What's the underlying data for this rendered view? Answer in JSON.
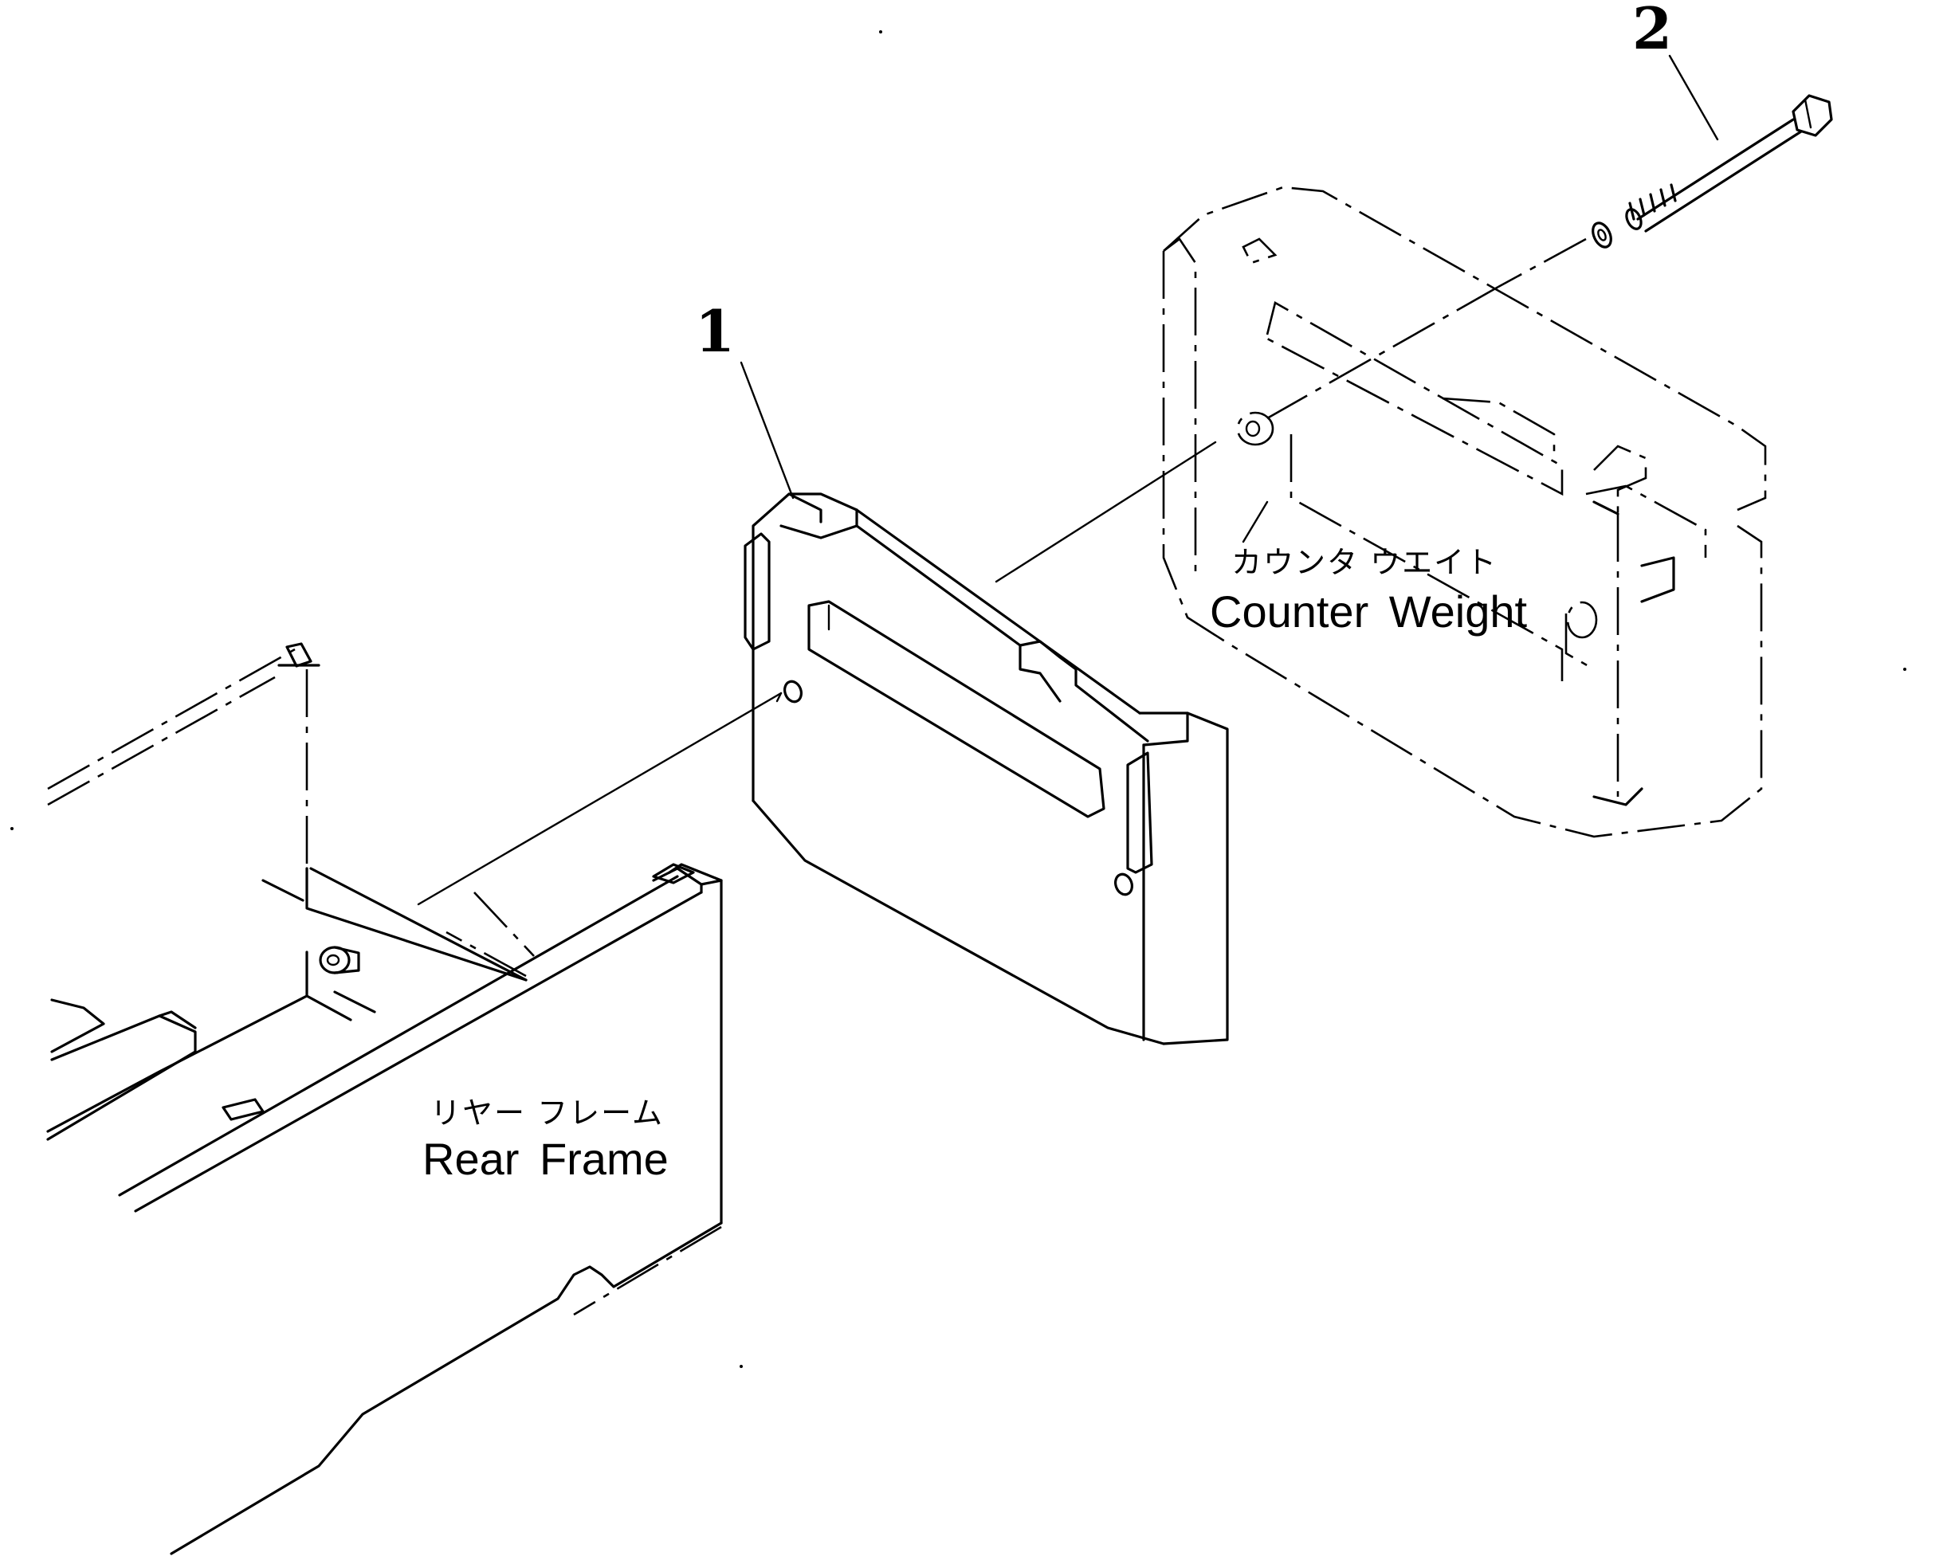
{
  "callouts": {
    "part1": "1",
    "part2": "2"
  },
  "labels": {
    "counter_weight_jp": "カウンタ ウエイト",
    "counter_weight_en": "Counter Weight",
    "rear_frame_jp": "リヤー フレーム",
    "rear_frame_en": "Rear Frame"
  },
  "icons": {
    "part1": "plate-icon",
    "part2": "bolt-icon",
    "counter_weight": "counter-weight-icon",
    "rear_frame": "rear-frame-icon"
  },
  "colors": {
    "ink": "#000000",
    "paper": "#ffffff"
  }
}
